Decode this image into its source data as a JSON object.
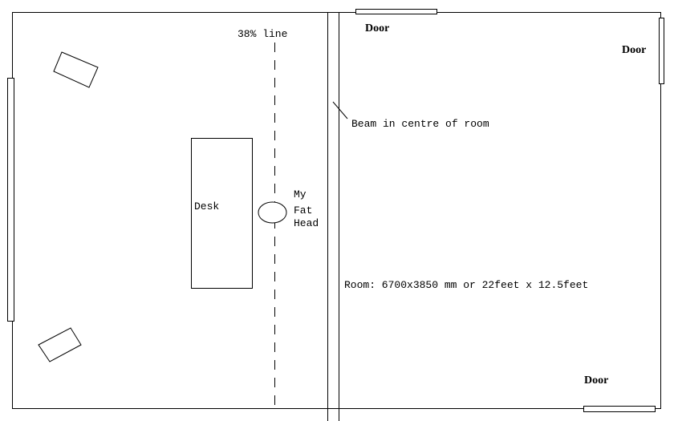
{
  "labels": {
    "line_38": "38% line",
    "beam": "Beam in centre of room",
    "desk": "Desk",
    "head_line1": "My",
    "head_line2": "Fat",
    "head_line3": "Head",
    "room": "Room: 6700x3850 mm or 22feet x 12.5feet"
  },
  "doors": [
    {
      "label": "Door"
    },
    {
      "label": "Door"
    },
    {
      "label": "Door"
    }
  ]
}
